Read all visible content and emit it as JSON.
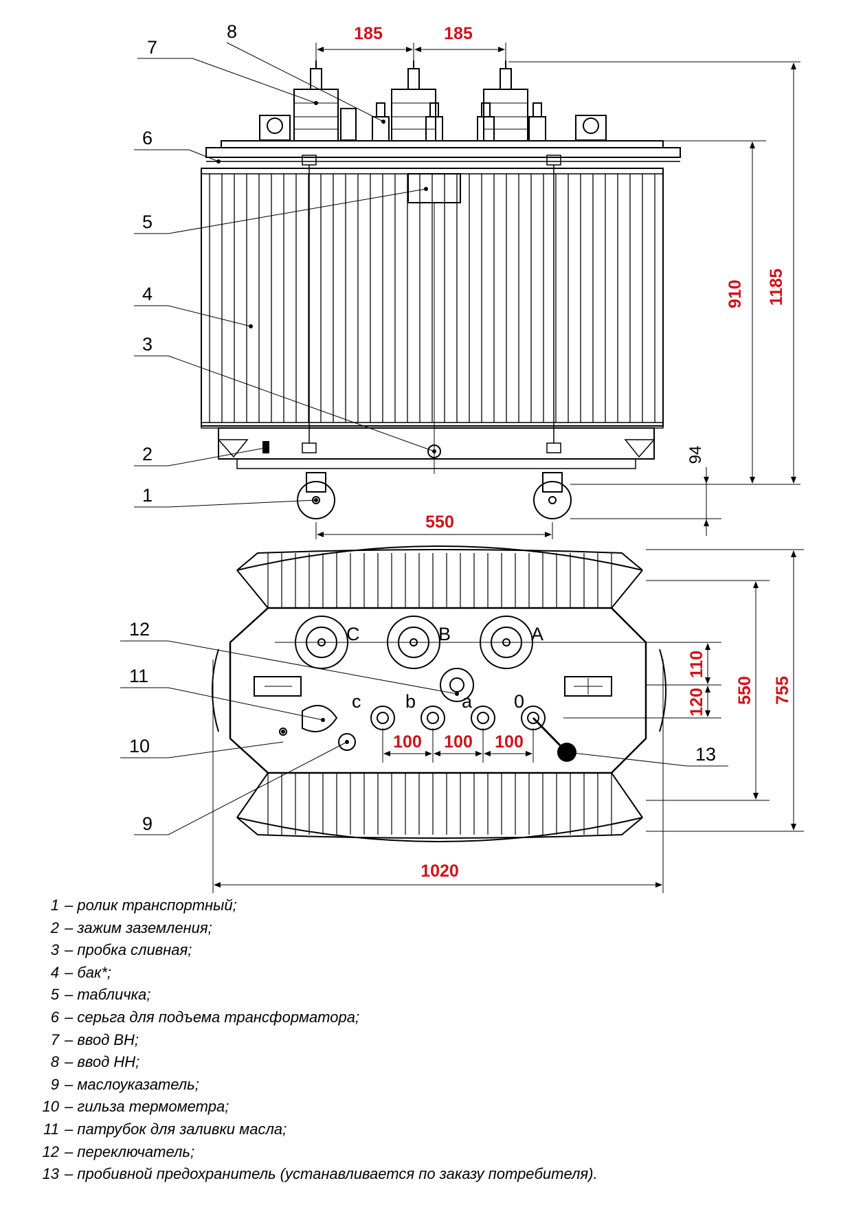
{
  "callouts": [
    "8",
    "7",
    "6",
    "5",
    "4",
    "3",
    "2",
    "1",
    "12",
    "11",
    "10",
    "9",
    "13"
  ],
  "dimensions": {
    "d185_left": "185",
    "d185_right": "185",
    "d910": "910",
    "d1185": "1185",
    "d94": "94",
    "d550_front": "550",
    "d110": "110",
    "d120": "120",
    "d550_plan": "550",
    "d755": "755",
    "d100_1": "100",
    "d100_2": "100",
    "d100_3": "100",
    "d1020": "1020"
  },
  "phases": {
    "hv": [
      "C",
      "B",
      "A"
    ],
    "lv": [
      "c",
      "b",
      "a",
      "0"
    ]
  },
  "legend": [
    {
      "num": "1",
      "text": "– ролик транспортный;"
    },
    {
      "num": "2",
      "text": "– зажим заземления;"
    },
    {
      "num": "3",
      "text": "– пробка сливная;"
    },
    {
      "num": "4",
      "text": "– бак*;"
    },
    {
      "num": "5",
      "text": "– табличка;"
    },
    {
      "num": "6",
      "text": "– серьга для подъема трансформатора;"
    },
    {
      "num": "7",
      "text": "– ввод ВН;"
    },
    {
      "num": "8",
      "text": "– ввод НН;"
    },
    {
      "num": "9",
      "text": "– маслоуказатель;"
    },
    {
      "num": "10",
      "text": "– гильза термометра;"
    },
    {
      "num": "11",
      "text": "– патрубок для заливки масла;"
    },
    {
      "num": "12",
      "text": "– переключатель;"
    },
    {
      "num": "13",
      "text": "– пробивной предохранитель (устанавливается по заказу потребителя)."
    }
  ],
  "colors": {
    "dimension": "#d0111b",
    "line": "#000000"
  }
}
